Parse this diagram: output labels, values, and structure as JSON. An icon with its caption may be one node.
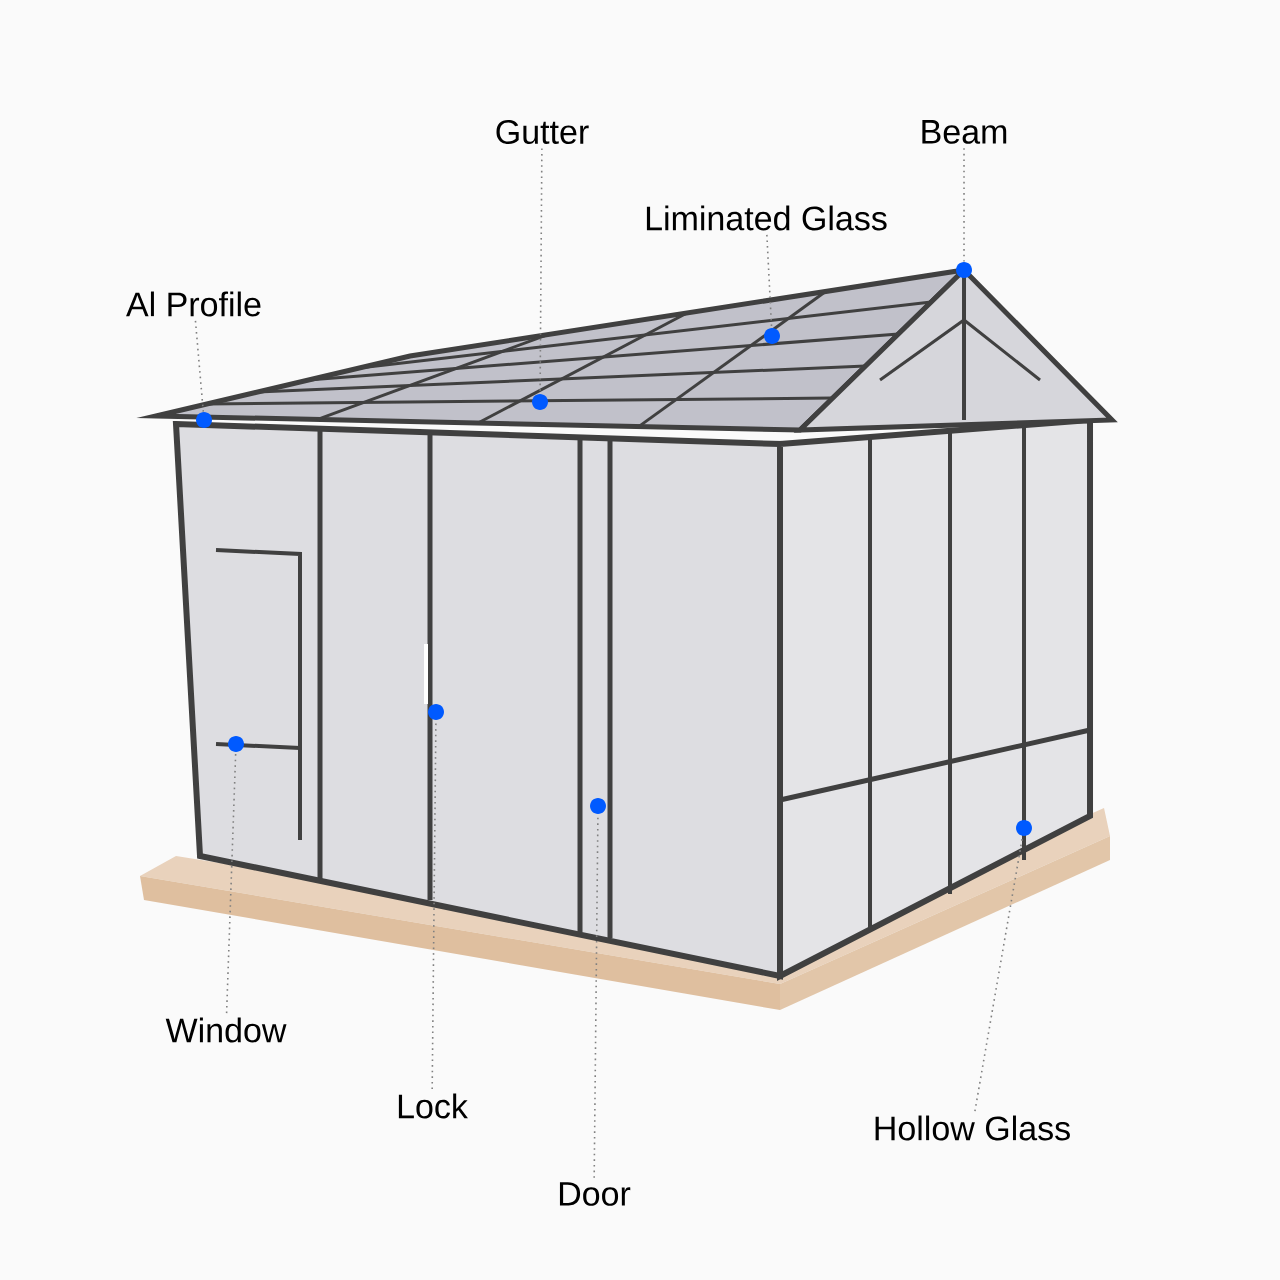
{
  "diagram": {
    "nodes": [
      {
        "text": [
          "Gutter"
        ]
      },
      {
        "text": [
          "Beam"
        ]
      },
      {
        "text": [
          "Liminated Glass"
        ]
      },
      {
        "text": [
          "Al Profile"
        ]
      },
      {
        "text": [
          "Window"
        ]
      },
      {
        "text": [
          "Lock"
        ]
      },
      {
        "text": [
          "Door"
        ]
      },
      {
        "text": [
          "Hollow Glass"
        ]
      },
      {
        "text": [],
        "shape": "circle"
      },
      {
        "text": [],
        "shape": "circle"
      },
      {
        "text": [],
        "shape": "circle"
      },
      {
        "text": [],
        "shape": "circle"
      },
      {
        "text": [],
        "shape": "circle"
      },
      {
        "text": [],
        "shape": "circle"
      },
      {
        "text": [],
        "shape": "circle"
      },
      {
        "text": [],
        "shape": "circle"
      }
    ],
    "edges": [
      {
        "from": 0,
        "to": 8,
        "arrow": "none",
        "style": "dashed"
      },
      {
        "from": 1,
        "to": 9,
        "arrow": "none",
        "style": "dashed"
      },
      {
        "from": 2,
        "to": 10,
        "arrow": "none",
        "style": "dashed"
      },
      {
        "from": 3,
        "to": 11,
        "arrow": "none",
        "style": "dashed"
      },
      {
        "from": 4,
        "to": 12,
        "arrow": "none",
        "style": "dashed"
      },
      {
        "from": 5,
        "to": 13,
        "arrow": "none",
        "style": "dashed"
      },
      {
        "from": 6,
        "to": 14,
        "arrow": "none",
        "style": "dashed"
      },
      {
        "from": 7,
        "to": 15,
        "arrow": "none",
        "style": "dashed"
      }
    ]
  }
}
